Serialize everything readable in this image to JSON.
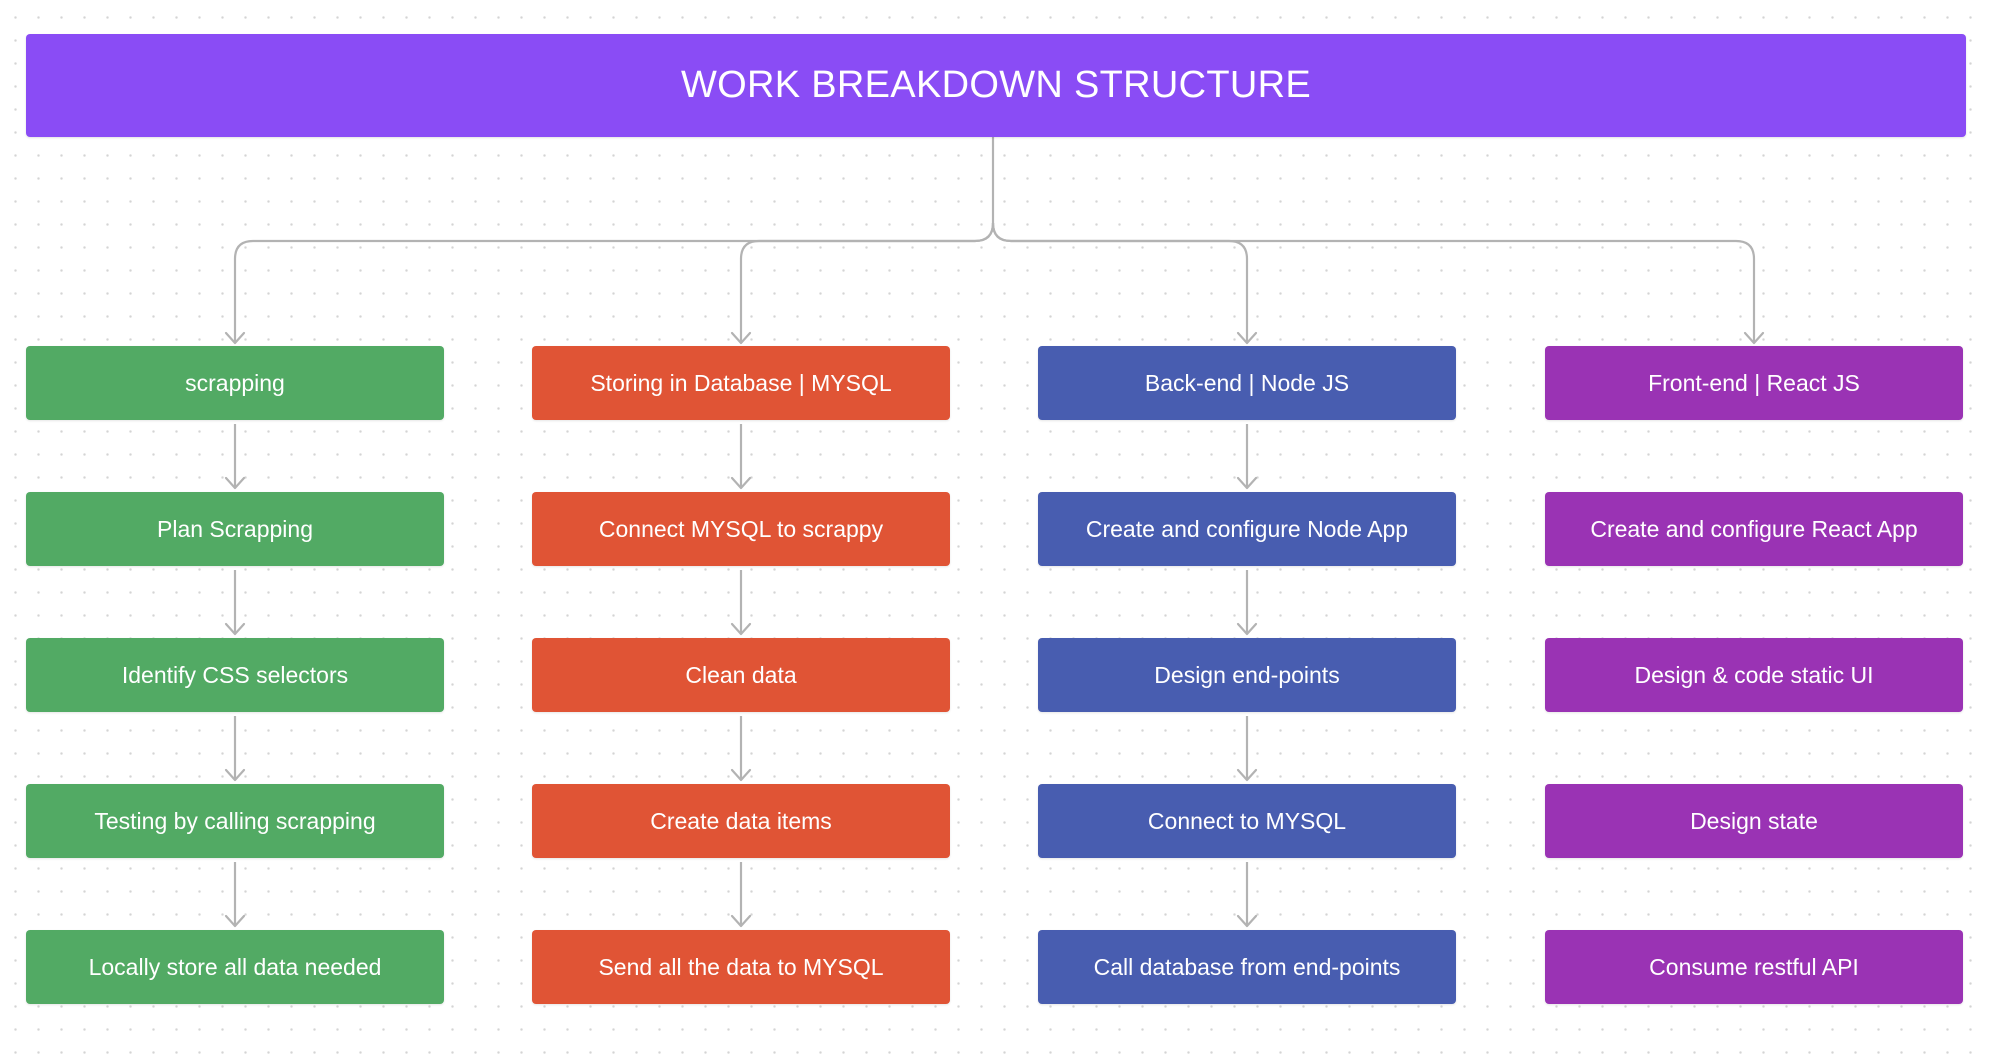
{
  "title": "WORK BREAKDOWN STRUCTURE",
  "colors": {
    "title_bg": "#8a4cf5",
    "connector": "#b3b3b3"
  },
  "columns": [
    {
      "id": "scrapping",
      "color": "#52aa64",
      "arrows_between_items": true,
      "items": [
        "scrapping",
        "Plan Scrapping",
        "Identify CSS selectors",
        "Testing by calling scrapping",
        "Locally store all data needed"
      ]
    },
    {
      "id": "database",
      "color": "#e05435",
      "arrows_between_items": true,
      "items": [
        "Storing in Database | MYSQL",
        "Connect MYSQL to scrappy",
        "Clean data",
        "Create data items",
        "Send all the data to MYSQL"
      ]
    },
    {
      "id": "backend",
      "color": "#485db0",
      "arrows_between_items": true,
      "items": [
        "Back-end | Node JS",
        "Create and configure Node App",
        "Design end-points",
        "Connect to MYSQL",
        "Call database from end-points"
      ]
    },
    {
      "id": "frontend",
      "color": "#9a33b4",
      "arrows_between_items": false,
      "items": [
        "Front-end | React JS",
        "Create and configure React App",
        "Design & code static UI",
        "Design state",
        "Consume restful API"
      ]
    }
  ]
}
